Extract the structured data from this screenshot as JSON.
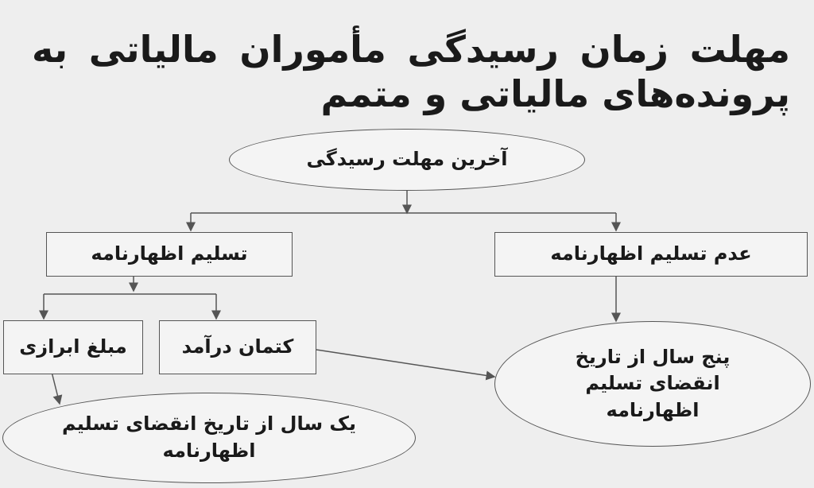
{
  "title": "مهلت زمان رسیدگی مأموران مالیاتی به پرونده‌های مالیاتی و متمم",
  "nodes": {
    "root": "آخرین مهلت رسیدگی",
    "filed": "تسلیم اظهارنامه",
    "not_filed": "عدم تسلیم اظهارنامه",
    "concealed_income": "کتمان درآمد",
    "declared_amount": "مبلغ ابرازی",
    "one_year": "یک سال از تاریخ انقضای تسلیم اظهارنامه",
    "five_years": "پنج سال از تاریخ انقضای تسلیم اظهارنامه"
  },
  "colors": {
    "background": "#eeeeee",
    "line": "#555555",
    "text": "#1a1a1a"
  }
}
